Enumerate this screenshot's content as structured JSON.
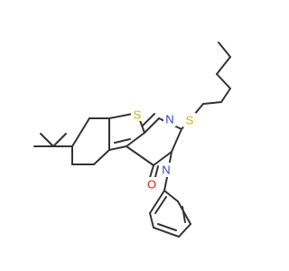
{
  "molecule": {
    "atoms": [
      {
        "id": "S_thio",
        "label": "S",
        "color": "#c8b400"
      },
      {
        "id": "N_top",
        "label": "N",
        "color": "#2a3fd6"
      },
      {
        "id": "S_chain",
        "label": "S",
        "color": "#c8b400"
      },
      {
        "id": "N_ring",
        "label": "N",
        "color": "#2a3fd6"
      },
      {
        "id": "O_carbonyl",
        "label": "O",
        "color": "#e0201b"
      }
    ],
    "bond_color": "#333333"
  }
}
